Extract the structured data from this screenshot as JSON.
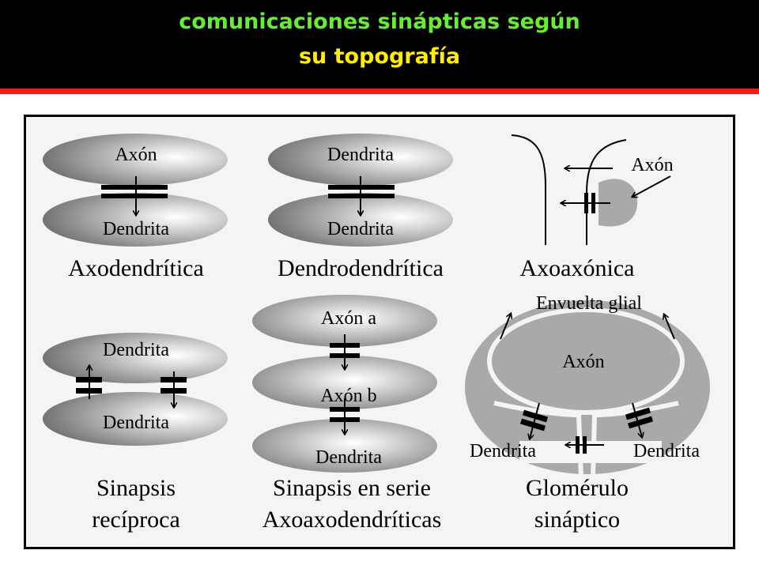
{
  "title": {
    "line1": "comunicaciones sinápticas según",
    "line2": "su topografía",
    "line1_color": "#66ee33",
    "line2_color": "#ffee00"
  },
  "colors": {
    "background": "#ffffff",
    "title_bar": "#000000",
    "accent_line": "#ee1c1c",
    "panel": "#f4f4f4",
    "shape_gray": "#a9a9a9"
  },
  "diagram": {
    "axodendritic": {
      "upper": "Axón",
      "lower": "Dendrita",
      "caption": "Axodendrítica"
    },
    "dendrodendritic": {
      "upper": "Dendrita",
      "lower": "Dendrita",
      "caption": "Dendrodendrítica"
    },
    "axoaxonic": {
      "axon": "Axón",
      "caption": "Axoaxónica"
    },
    "reciprocal": {
      "upper": "Dendrita",
      "lower": "Dendrita",
      "caption_line1": "Sinapsis",
      "caption_line2": "recíproca"
    },
    "serial": {
      "top": "Axón a",
      "middle": "Axón b",
      "bottom": "Dendrita",
      "caption_line1": "Sinapsis en serie",
      "caption_line2": "Axoaxodendríticas"
    },
    "glomerulus": {
      "glial": "Envuelta glial",
      "axon": "Axón",
      "dendrite_left": "Dendrita",
      "dendrite_right": "Dendrita",
      "caption_line1": "Glomérulo",
      "caption_line2": "sináptico"
    }
  }
}
